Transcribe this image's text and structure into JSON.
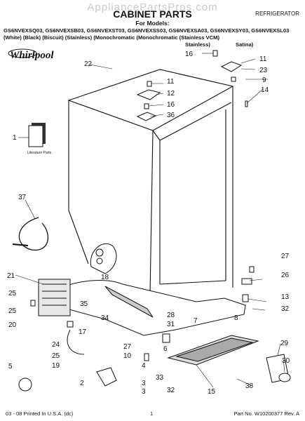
{
  "watermark": "AppliancePartsPros.com",
  "header": {
    "title": "CABINET PARTS",
    "appliance": "REFRIGERATOR",
    "for_models": "For Models:",
    "model_codes": "GS6NVEXSQ03, GS6NVEXSB03, GS6NVEXST03, GS6NVEXSS03, GS6NVEXSA03, GS6NVEXSY03, GS6NVEXSL03",
    "model_colors": "(White)        (Black)        (Biscuit)      (Stainless) (Monochromatic (Monochromatic (Stainless VCM)",
    "model_colors_line2a": "Stainless)",
    "model_colors_line2b": "Satina)",
    "brand": "Whirlpool"
  },
  "diagram": {
    "literature_label": "Literature Parts",
    "callouts": [
      "1",
      "2",
      "3",
      "4",
      "5",
      "6",
      "7",
      "8",
      "9",
      "10",
      "11",
      "12",
      "13",
      "14",
      "15",
      "16",
      "17",
      "18",
      "19",
      "20",
      "21",
      "22",
      "23",
      "24",
      "25",
      "26",
      "27",
      "28",
      "29",
      "30",
      "31",
      "32",
      "33",
      "34",
      "35",
      "36",
      "37",
      "38"
    ]
  },
  "footer": {
    "left": "03 - 08 Printed In U.S.A. (dc)",
    "page": "1",
    "right": "Part No. W10200377 Rev. A"
  }
}
